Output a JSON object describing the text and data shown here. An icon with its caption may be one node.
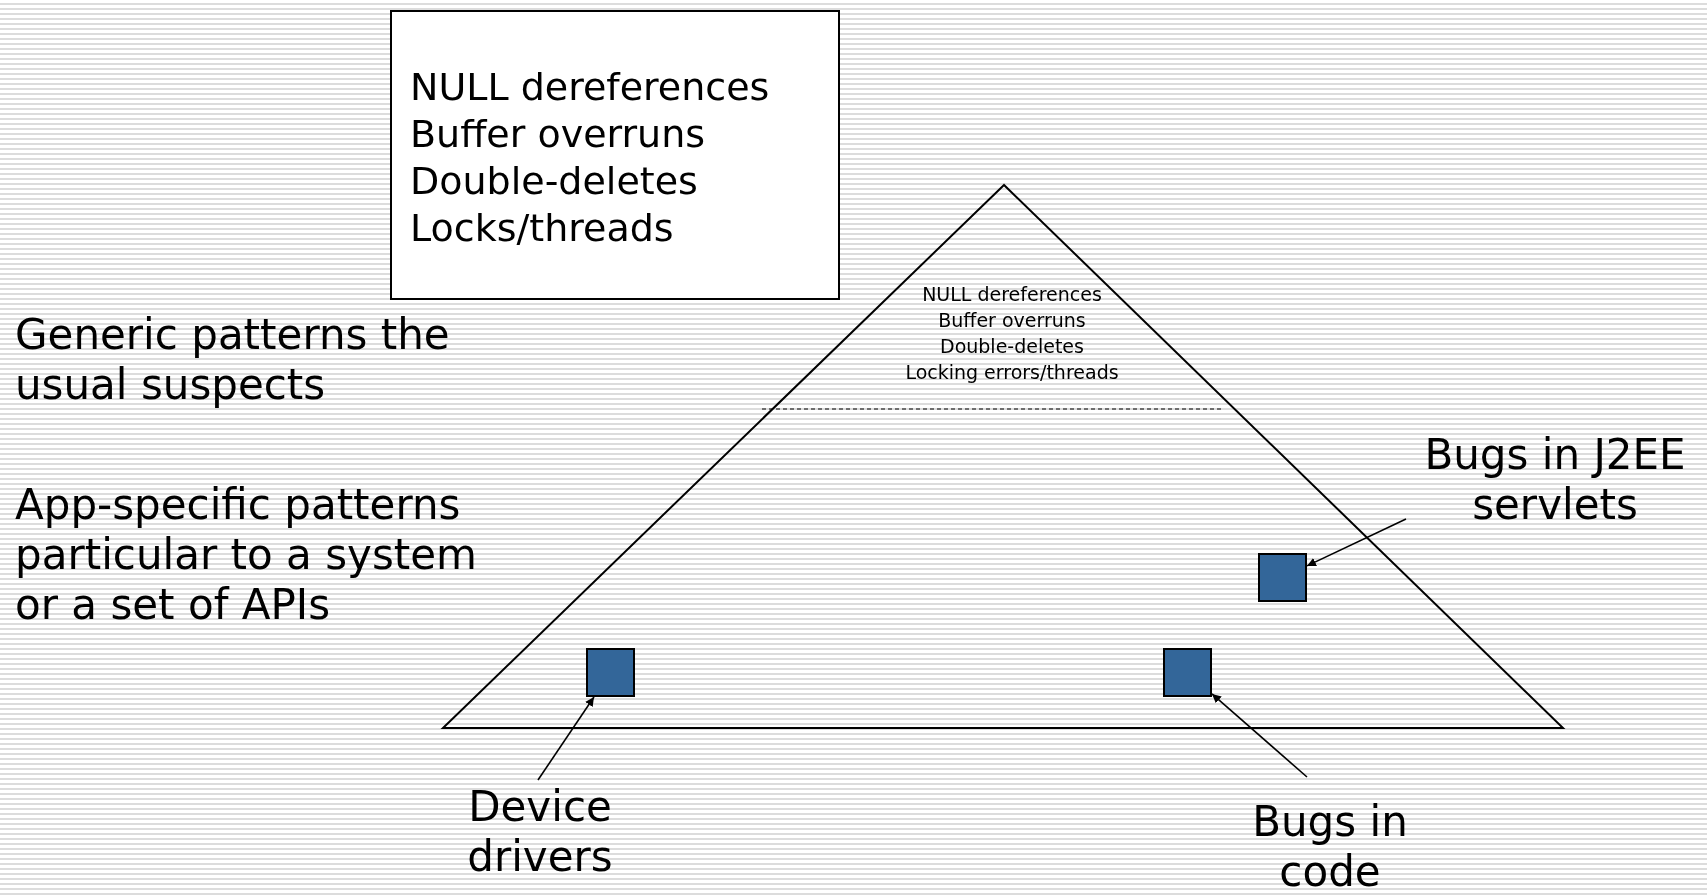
{
  "diagram": {
    "nodes": [
      {
        "text": [
          "NULL dereferences",
          "Buffer overruns",
          "Double-deletes",
          "Locks/threads"
        ]
      },
      {
        "text": [
          "NULL dereferences",
          "Buffer overruns",
          "Double-deletes",
          "Locking errors/threads"
        ]
      },
      {
        "text": [],
        "shape": "box",
        "in": 1
      },
      {
        "text": [],
        "shape": "box",
        "in": 1
      },
      {
        "text": [],
        "shape": "box",
        "in": 1
      },
      {
        "text": [
          "Bugs in J2EE servlets"
        ]
      },
      {
        "text": [
          "Device drivers"
        ]
      },
      {
        "text": [
          "Bugs in code"
        ]
      }
    ],
    "edges": [
      {
        "from": 5,
        "to": 4,
        "arrow": "to"
      },
      {
        "from": 6,
        "to": 2,
        "arrow": "to"
      },
      {
        "from": 7,
        "to": 3,
        "arrow": "to"
      }
    ],
    "labels": [
      "Generic patterns the usual suspects",
      "App-specific patterns particular to a system or a set of APIs"
    ]
  }
}
